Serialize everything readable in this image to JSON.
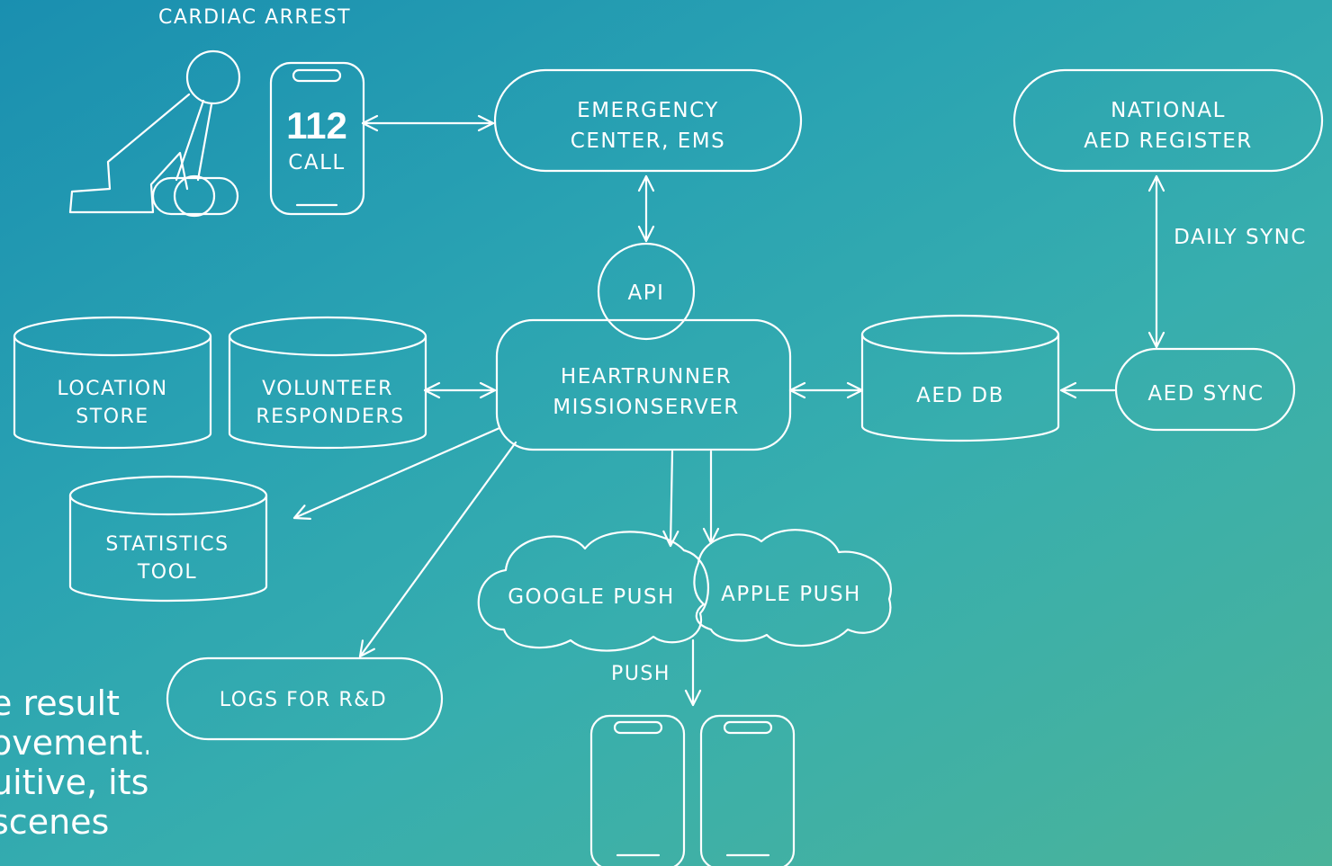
{
  "labels": {
    "cardiac_arrest": "CARDIAC ARREST",
    "call_number": "112",
    "call_label": "CALL",
    "emergency_line1": "EMERGENCY",
    "emergency_line2": "CENTER, EMS",
    "national_line1": "NATIONAL",
    "national_line2": "AED REGISTER",
    "daily_sync": "DAILY SYNC",
    "api": "API",
    "location_line1": "LOCATION",
    "location_line2": "STORE",
    "volunteer_line1": "VOLUNTEER",
    "volunteer_line2": "RESPONDERS",
    "heartrunner_line1": "HEARTRUNNER",
    "heartrunner_line2": "MISSIONSERVER",
    "aed_db": "AED DB",
    "aed_sync": "AED SYNC",
    "statistics_line1": "STATISTICS",
    "statistics_line2": "TOOL",
    "google_push": "GOOGLE PUSH",
    "apple_push": "APPLE PUSH",
    "push": "PUSH",
    "logs": "LOGS FOR R&D"
  },
  "body_text": {
    "line1": "e result",
    "line2": "ovement.",
    "line3": "uitive, its",
    "line4": "scenes"
  },
  "colors": {
    "background_start": "#1a8fb0",
    "background_end": "#4ab39a",
    "foreground": "#ffffff"
  }
}
